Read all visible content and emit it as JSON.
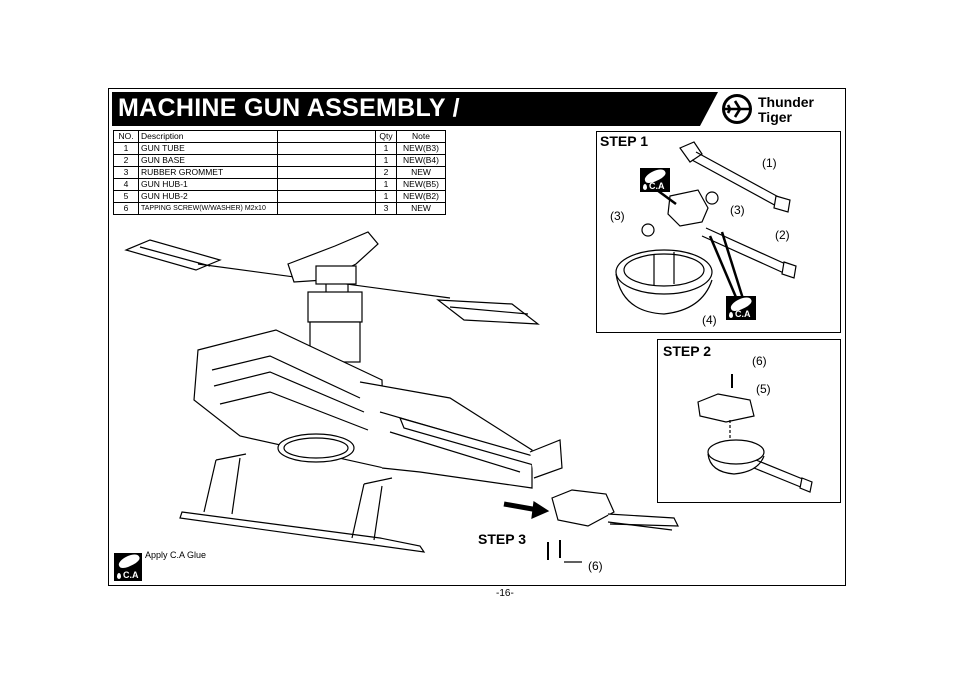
{
  "title": "MACHINE GUN ASSEMBLY /",
  "logo": {
    "line1": "Thunder",
    "line2": "Tiger"
  },
  "parts_table": {
    "headers": {
      "no": "NO.",
      "description": "Description",
      "blank": "",
      "qty": "Qty",
      "note": "Note"
    },
    "rows": [
      {
        "no": "1",
        "description": "GUN TUBE",
        "qty": "1",
        "note": "NEW(B3)"
      },
      {
        "no": "2",
        "description": "GUN BASE",
        "qty": "1",
        "note": "NEW(B4)"
      },
      {
        "no": "3",
        "description": "RUBBER GROMMET",
        "qty": "2",
        "note": "NEW"
      },
      {
        "no": "4",
        "description": "GUN HUB-1",
        "qty": "1",
        "note": "NEW(B5)"
      },
      {
        "no": "5",
        "description": "GUN HUB-2",
        "qty": "1",
        "note": "NEW(B2)"
      },
      {
        "no": "6",
        "description": "TAPPING SCREW(W/WASHER) M2x10",
        "qty": "3",
        "note": "NEW"
      }
    ]
  },
  "step1": {
    "label": "STEP 1",
    "callouts": [
      "(1)",
      "(2)",
      "(3)",
      "(3)",
      "(4)"
    ]
  },
  "step2": {
    "label": "STEP 2",
    "callouts": [
      "(6)",
      "(5)"
    ]
  },
  "step3": {
    "label": "STEP 3",
    "callouts": [
      "(6)"
    ]
  },
  "ca_badge": "C.A",
  "legend": {
    "text": "Apply C.A Glue"
  },
  "page_number": "-16-"
}
